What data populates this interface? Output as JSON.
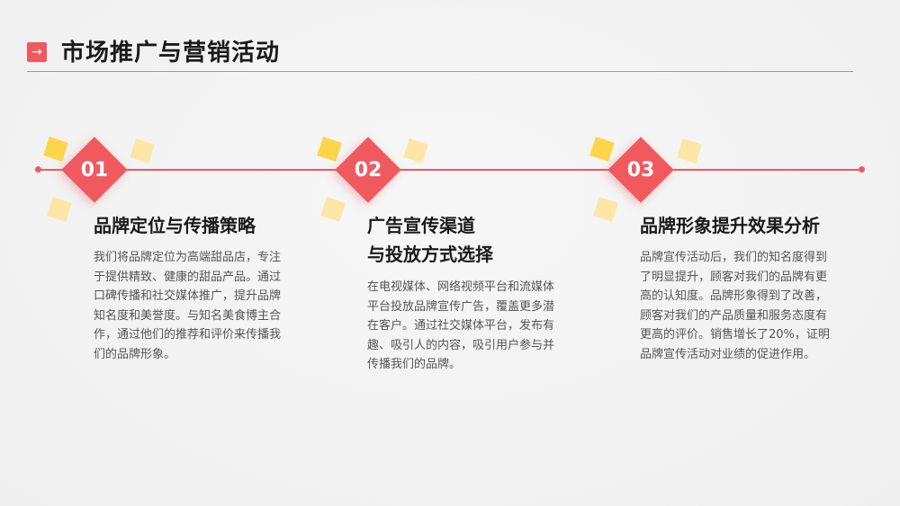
{
  "title": {
    "icon": "arrow-right-icon",
    "text": "市场推广与营销活动"
  },
  "items": [
    {
      "number": "01",
      "heading_lines": [
        "品牌定位与传播策略"
      ],
      "body_lines": [
        "我们将品牌定位为高端甜品店，专注",
        "于提供精致、健康的甜品产品。通过",
        "口碑传播和社交媒体推广，提升品牌",
        "知名度和美誉度。与知名美食博主合",
        "作，通过他们的推荐和评价来传播我",
        "们的品牌形象。"
      ]
    },
    {
      "number": "02",
      "heading_lines": [
        "广告宣传渠道",
        "与投放方式选择"
      ],
      "body_lines": [
        "在电视媒体、网络视频平台和流媒体",
        "平台投放品牌宣传广告，覆盖更多潜",
        "在客户。通过社交媒体平台，发布有",
        "趣、吸引人的内容，吸引用户参与并",
        "传播我们的品牌。"
      ]
    },
    {
      "number": "03",
      "heading_lines": [
        "品牌形象提升效果分析"
      ],
      "body_lines": [
        "品牌宣传活动后，我们的知名度得到",
        "了明显提升，顾客对我们的品牌有更",
        "高的认知度。品牌形象得到了改善，",
        "顾客对我们的产品质量和服务态度有",
        "更高的评价。销售增长了20%，证明",
        "品牌宣传活动对业绩的促进作用。"
      ]
    }
  ],
  "colors": {
    "accent": "#f05a5f",
    "yellow": "#fdd54a",
    "pale_yellow": "#fde6a6"
  }
}
